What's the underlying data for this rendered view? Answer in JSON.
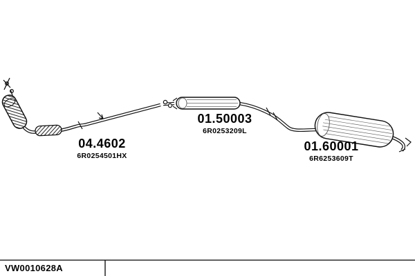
{
  "diagram": {
    "background": "#ffffff",
    "line_color": "#111111",
    "parts": [
      {
        "code": "04.4602",
        "part_number": "6R0254501HX"
      },
      {
        "code": "01.50003",
        "part_number": "6R0253209L"
      },
      {
        "code": "01.60001",
        "part_number": "6R6253609T"
      }
    ]
  },
  "footer": {
    "id": "VW0010628A"
  }
}
